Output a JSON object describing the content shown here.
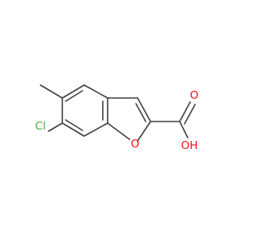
{
  "molecule": {
    "atoms": {
      "cl": {
        "label": "Cl",
        "color": "#3cb043"
      },
      "ring_o": {
        "label": "O",
        "color": "#ff0d0d"
      },
      "carbonyl_o": {
        "label": "O",
        "color": "#ff0d0d"
      },
      "hydroxyl": {
        "label": "OH",
        "color": "#ff0d0d"
      }
    },
    "bond_color": "#404040"
  }
}
